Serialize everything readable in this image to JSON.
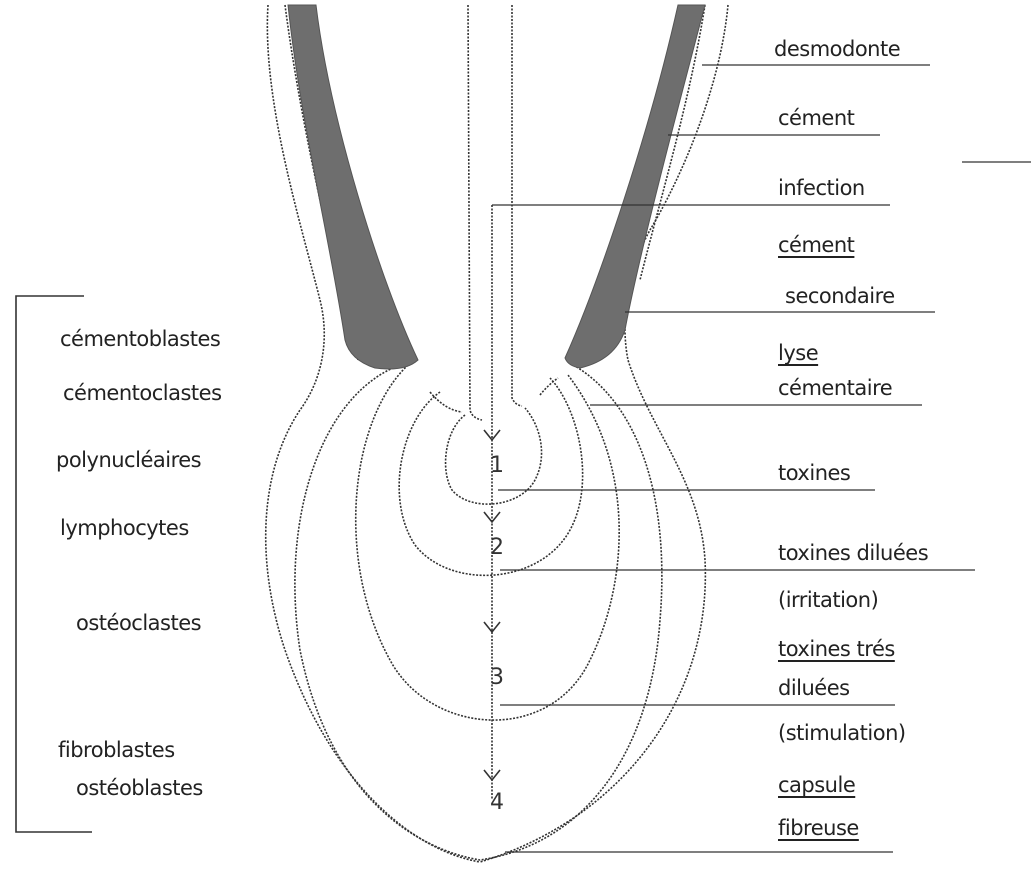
{
  "left_labels": [
    "cémentoblastes",
    "cémentoclastes",
    "polynucléaires",
    "lymphocytes",
    "ostéoclastes",
    "fibroblastes",
    "ostéoblastes"
  ],
  "right_labels": {
    "desmodonte": "desmodonte",
    "cement": "cément",
    "infection": "infection",
    "cement_secondaire_1": "cément",
    "cement_secondaire_2": "secondaire",
    "lyse_1": "lyse",
    "lyse_2": "cémentaire",
    "toxines": "toxines",
    "toxines_diluees": "toxines diluées",
    "irritation": "(irritation)",
    "toxines_tres_1": "toxines trés",
    "toxines_tres_2": "diluées",
    "stimulation": "(stimulation)",
    "capsule_1": "capsule",
    "capsule_2": "fibreuse"
  },
  "zones": [
    "1",
    "2",
    "3",
    "4"
  ],
  "colors": {
    "line": "#333333",
    "dentin": "#6e6e6e"
  }
}
